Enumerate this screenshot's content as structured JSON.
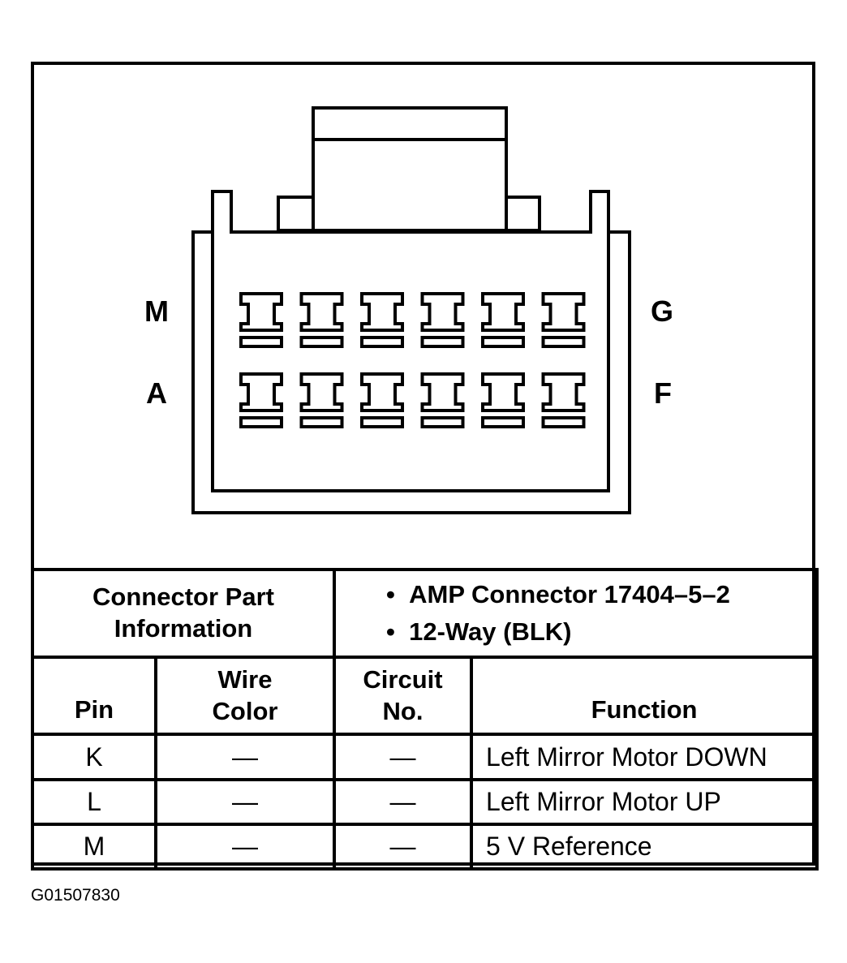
{
  "connector": {
    "label_top_left": "M",
    "label_bottom_left": "A",
    "label_top_right": "G",
    "label_bottom_right": "F",
    "rows": 2,
    "terminals_per_row": 6
  },
  "part_info": {
    "heading": "Connector Part\nInformation",
    "heading_line1": "Connector Part",
    "heading_line2": "Information",
    "bullet": "•",
    "items": [
      "AMP Connector 17404–5–2",
      "12-Way (BLK)"
    ]
  },
  "table": {
    "headers": {
      "pin": "Pin",
      "wire_color_line1": "Wire",
      "wire_color_line2": "Color",
      "circuit_line1": "Circuit",
      "circuit_line2": "No.",
      "function": "Function"
    },
    "rows": [
      {
        "pin": "K",
        "wire_color": "—",
        "circuit": "—",
        "function": "Left Mirror Motor DOWN"
      },
      {
        "pin": "L",
        "wire_color": "—",
        "circuit": "—",
        "function": "Left Mirror Motor UP"
      },
      {
        "pin": "M",
        "wire_color": "—",
        "circuit": "—",
        "function": "5 V Reference"
      }
    ]
  },
  "figure_id": "G01507830"
}
